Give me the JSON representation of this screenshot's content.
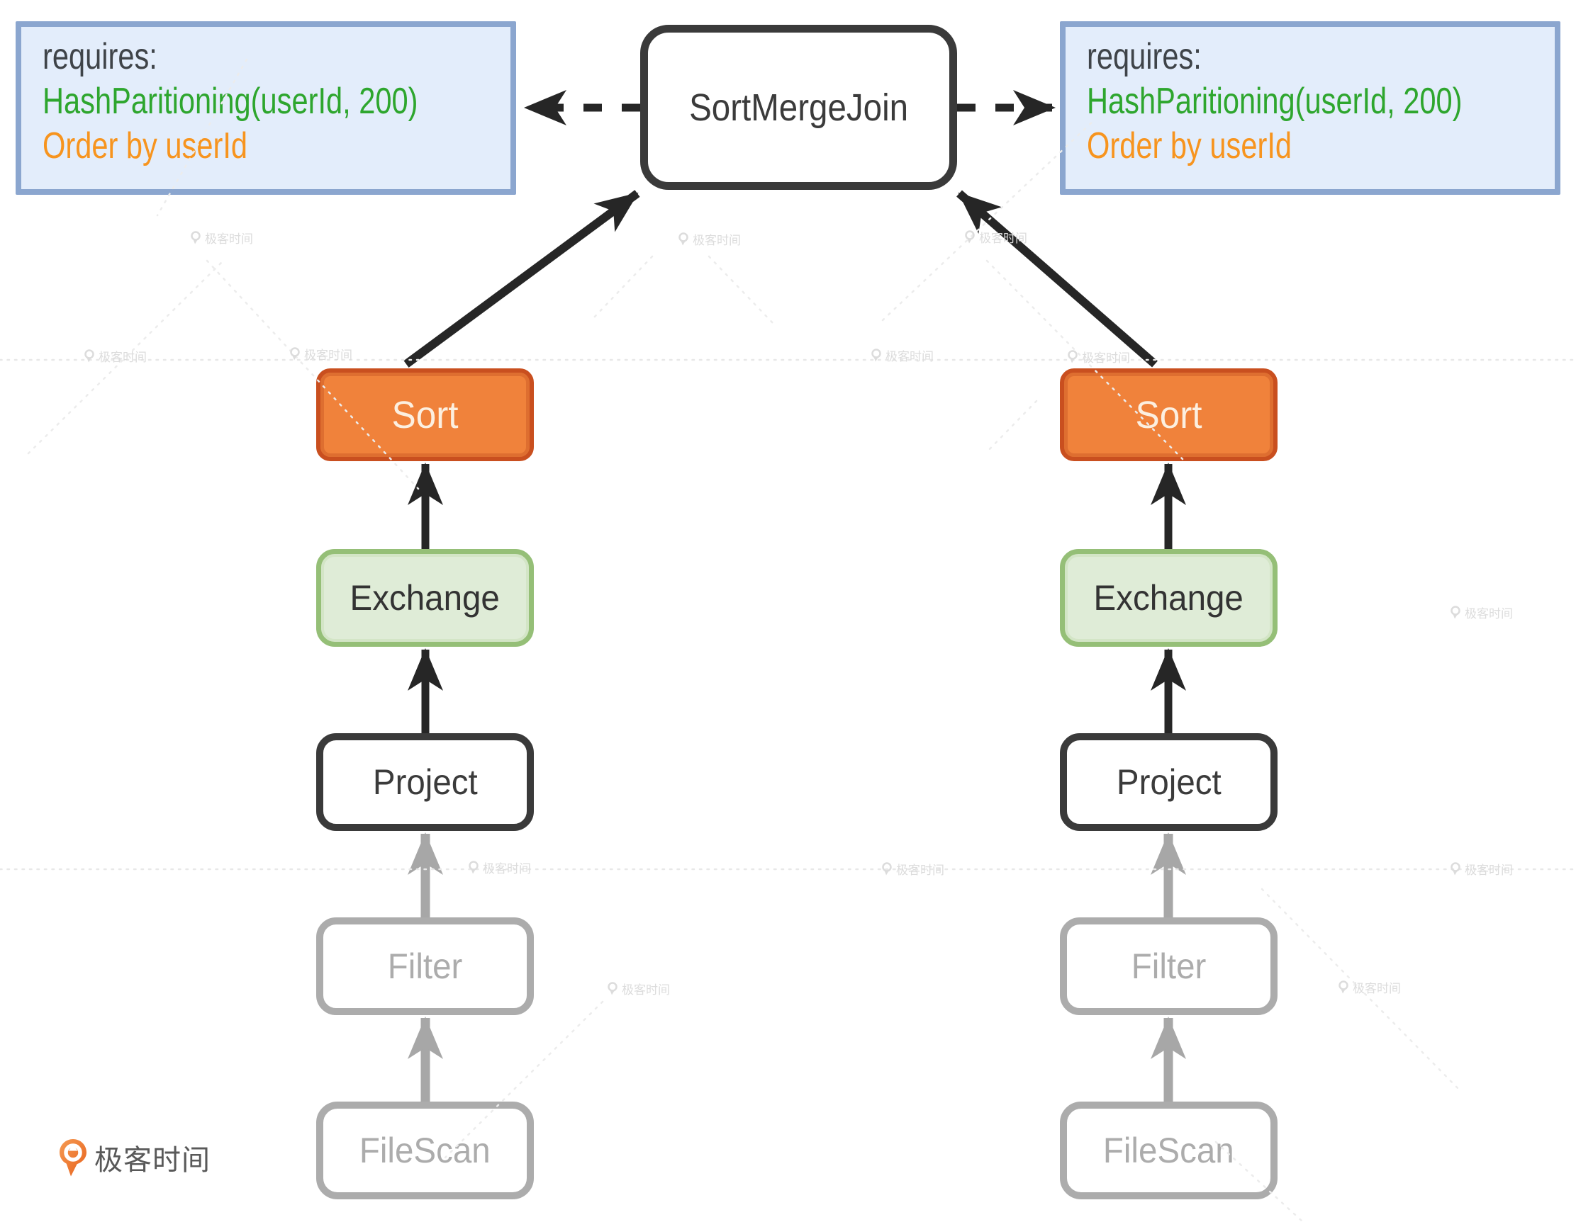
{
  "join_node": {
    "label": "SortMergeJoin"
  },
  "requires_left": {
    "title": "requires:",
    "partitioning": "HashParitioning(userId, 200)",
    "ordering": "Order by userId"
  },
  "requires_right": {
    "title": "requires:",
    "partitioning": "HashParitioning(userId, 200)",
    "ordering": "Order by userId"
  },
  "left_branch": {
    "sort": "Sort",
    "exchange": "Exchange",
    "project": "Project",
    "filter": "Filter",
    "filescan": "FileScan"
  },
  "right_branch": {
    "sort": "Sort",
    "exchange": "Exchange",
    "project": "Project",
    "filter": "Filter",
    "filescan": "FileScan"
  },
  "watermark": {
    "brand": "极客时间"
  },
  "logo": {
    "brand": "极客时间"
  },
  "colors": {
    "sort_fill": "#F0823B",
    "sort_border": "#C94F1F",
    "exchange_fill": "#DFECD7",
    "exchange_border": "#95BF77",
    "requires_fill": "#E3EDFB",
    "requires_border": "#8BA6CF",
    "requires_green_text": "#2EA62E",
    "requires_orange_text": "#F7941E",
    "node_dark": "#3A3A3A",
    "node_muted": "#ACACAC",
    "arrow_black": "#262626",
    "arrow_gray": "#A7A7A7",
    "brand_orange": "#ED6C1E"
  }
}
